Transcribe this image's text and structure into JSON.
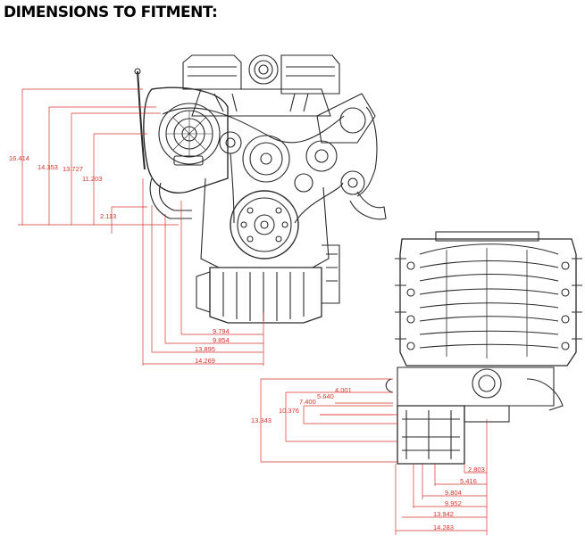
{
  "title": "DIMENSIONS TO FITMENT:",
  "colors": {
    "dimension_line": "#d9332b",
    "drawing": "#2a2a2a",
    "background": "#ffffff"
  },
  "front_view": {
    "vertical_dims": [
      "16.414",
      "14.353",
      "13.727",
      "11.203",
      "2.113"
    ],
    "horizontal_dims": [
      "9.794",
      "9.854",
      "13.895",
      "14.269"
    ]
  },
  "side_view": {
    "vertical_dims": [
      "13.343",
      "10.376",
      "7.400",
      "5.640",
      "4.001"
    ],
    "horizontal_dims": [
      "2.803",
      "5.416",
      "9.804",
      "9.952",
      "13.942",
      "14.283"
    ]
  }
}
